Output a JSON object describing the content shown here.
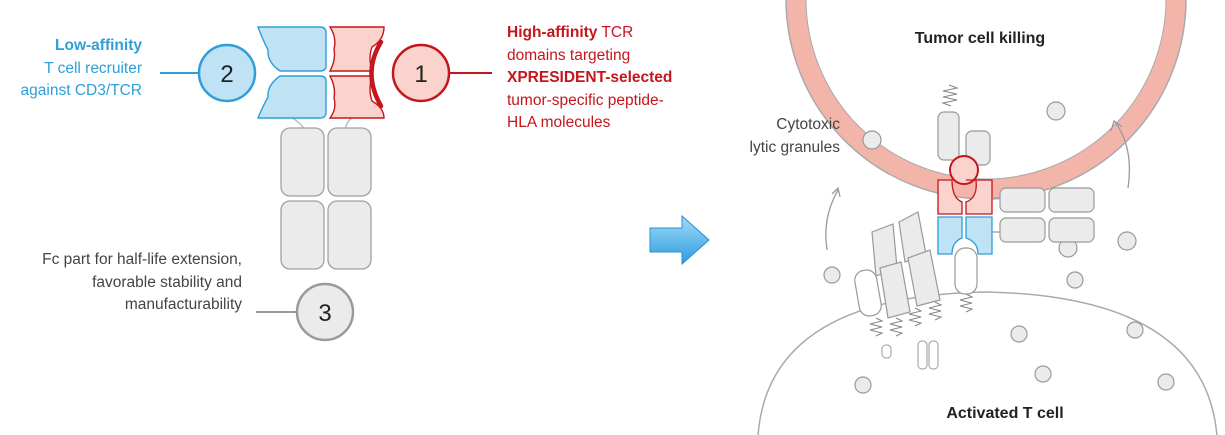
{
  "left": {
    "label2": {
      "bold": "Low-affinity",
      "lines": [
        "T cell recruiter",
        "against CD3/TCR"
      ]
    },
    "label1": {
      "line1_bold": "High-affinity",
      "line1_rest": " TCR",
      "line2": "domains targeting",
      "line3_bold": "XPRESIDENT-selected",
      "line4": "tumor-specific peptide-",
      "line5": "HLA molecules"
    },
    "label3": {
      "lines": [
        "Fc part for half-life extension,",
        "favorable stability and",
        "manufacturability"
      ]
    },
    "markers": {
      "one": "1",
      "two": "2",
      "three": "3"
    }
  },
  "right": {
    "tumor_title": "Tumor cell killing",
    "tcell_title": "Activated T cell",
    "granules_label": [
      "Cytotoxic",
      "lytic granules"
    ]
  },
  "colors": {
    "blue": "#2e9fd8",
    "blue_fill": "#bfe3f5",
    "red": "#c4161c",
    "red_fill": "#f9d3cc",
    "grey_fill": "#ebebeb",
    "grey_stroke": "#9a9a9a",
    "tumor_membrane": "#f3b5aa"
  }
}
